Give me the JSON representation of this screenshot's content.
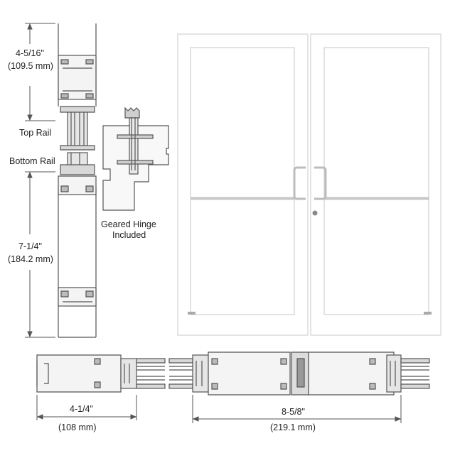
{
  "dimensions": {
    "top_rail_height": "4-5/16\"",
    "top_rail_height_mm": "(109.5 mm)",
    "bottom_rail_height": "7-1/4\"",
    "bottom_rail_height_mm": "(184.2 mm)",
    "stile_width": "4-1/4\"",
    "stile_width_mm": "(108 mm)",
    "meeting_stiles_width": "8-5/8\"",
    "meeting_stiles_width_mm": "(219.1 mm)"
  },
  "labels": {
    "top_rail": "Top Rail",
    "bottom_rail": "Bottom Rail",
    "hinge_line1": "Geared Hinge",
    "hinge_line2": "Included"
  },
  "colors": {
    "line": "#555555",
    "fill_section": "#f4f4f4",
    "hardware": "#c8c8c8",
    "door_frame": "#dcdcdc"
  }
}
